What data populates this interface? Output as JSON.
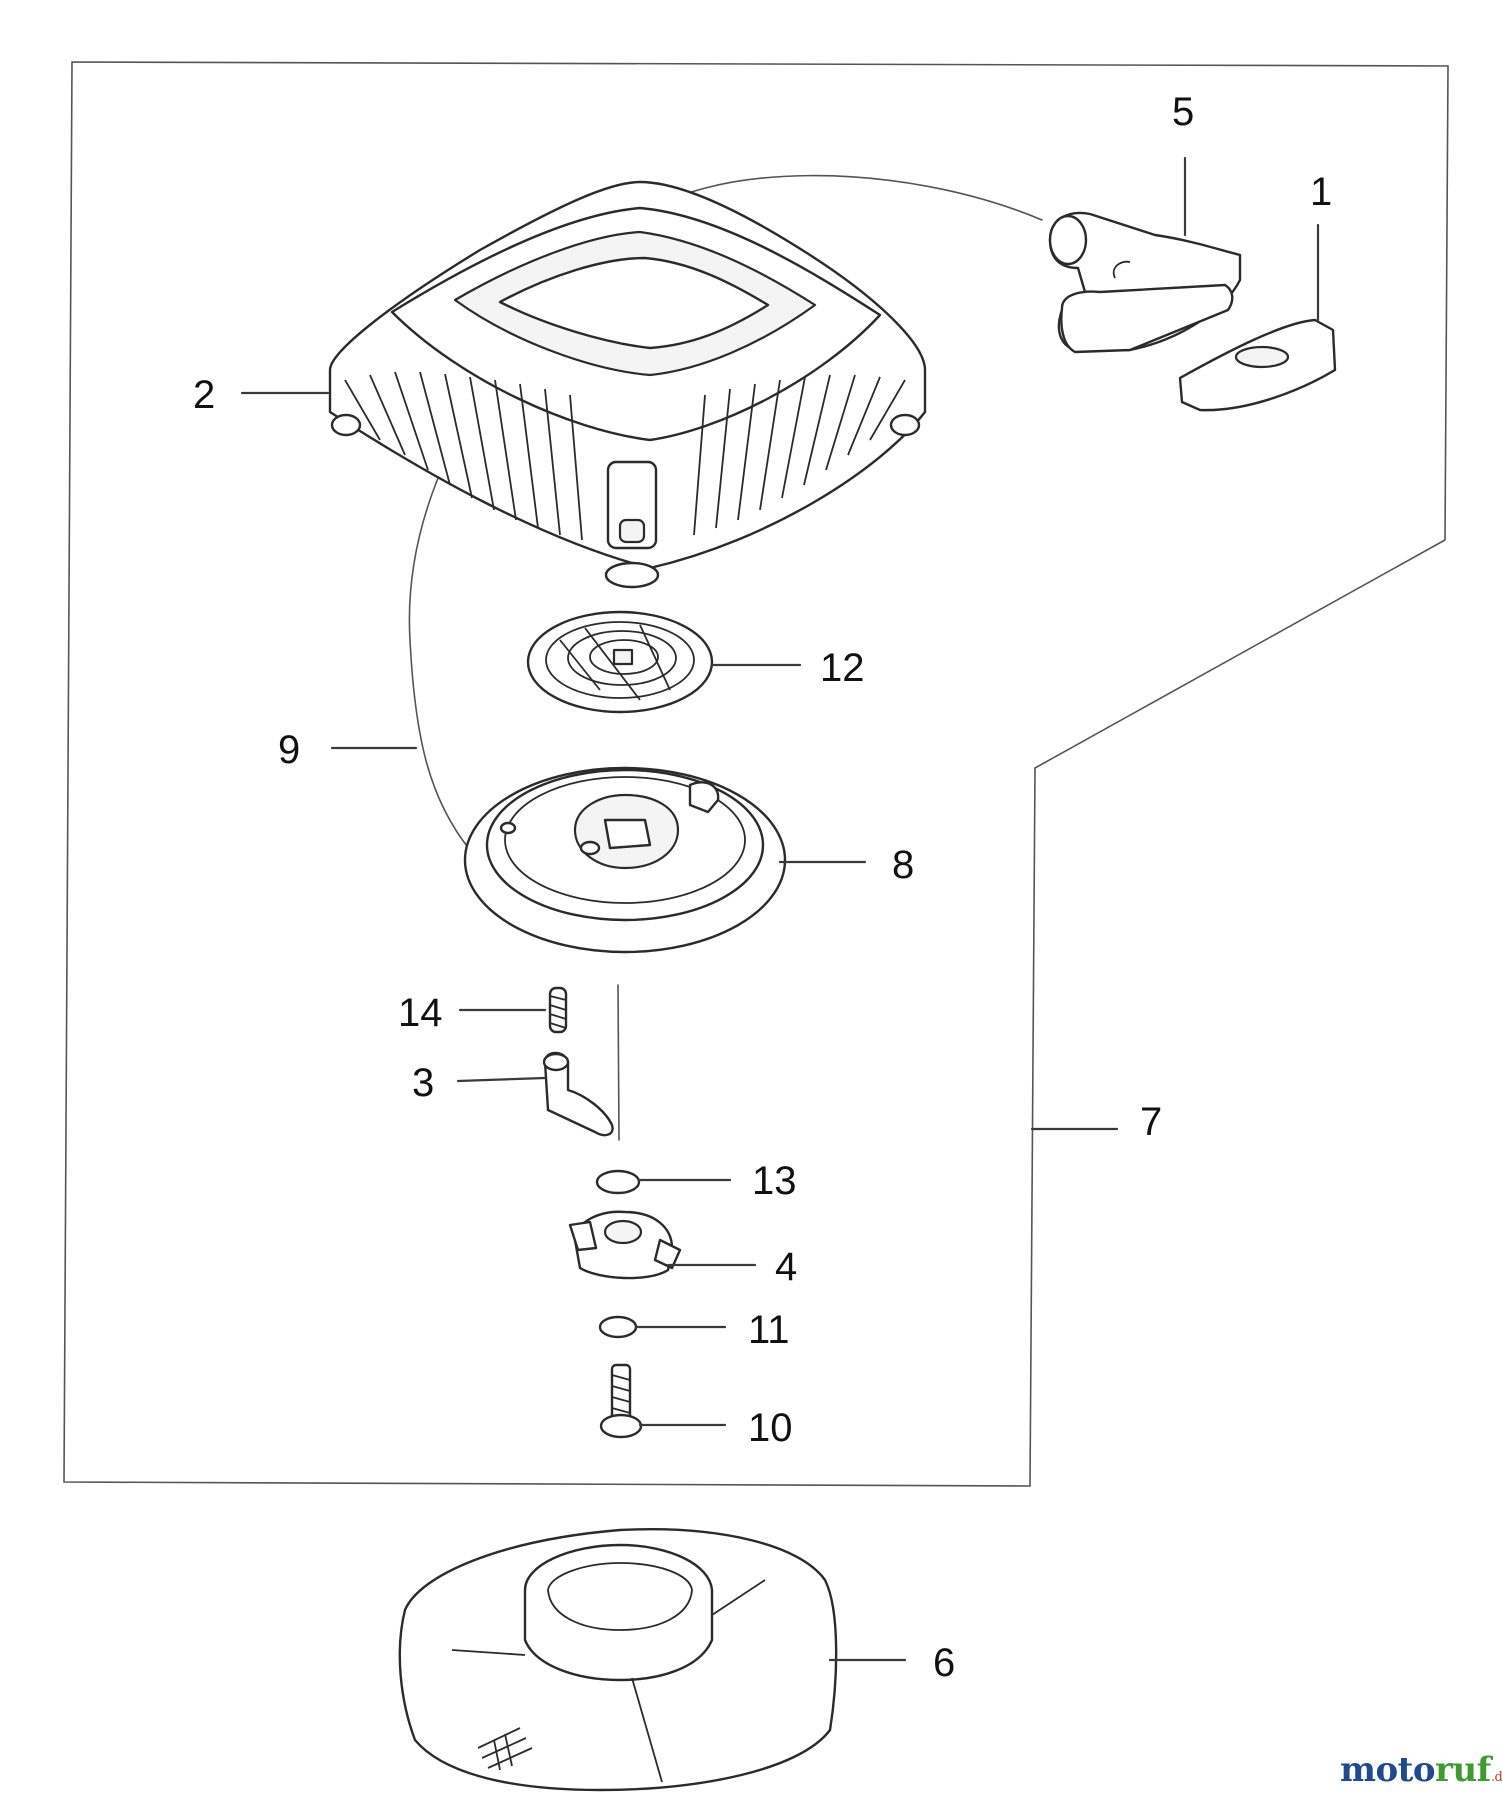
{
  "callouts": [
    {
      "id": "1",
      "label": "1"
    },
    {
      "id": "2",
      "label": "2"
    },
    {
      "id": "3",
      "label": "3"
    },
    {
      "id": "4",
      "label": "4"
    },
    {
      "id": "5",
      "label": "5"
    },
    {
      "id": "6",
      "label": "6"
    },
    {
      "id": "7",
      "label": "7"
    },
    {
      "id": "8",
      "label": "8"
    },
    {
      "id": "9",
      "label": "9"
    },
    {
      "id": "10",
      "label": "10"
    },
    {
      "id": "11",
      "label": "11"
    },
    {
      "id": "12",
      "label": "12"
    },
    {
      "id": "13",
      "label": "13"
    },
    {
      "id": "14",
      "label": "14"
    }
  ],
  "watermark": {
    "main": "moto",
    "accent": "ruf",
    "suffix": ".de"
  },
  "colors": {
    "watermark_main": "#1f4a8f",
    "watermark_accent": "#3f9b2f",
    "watermark_suffix": "#c23a1e",
    "line": "#3a3a3a"
  }
}
